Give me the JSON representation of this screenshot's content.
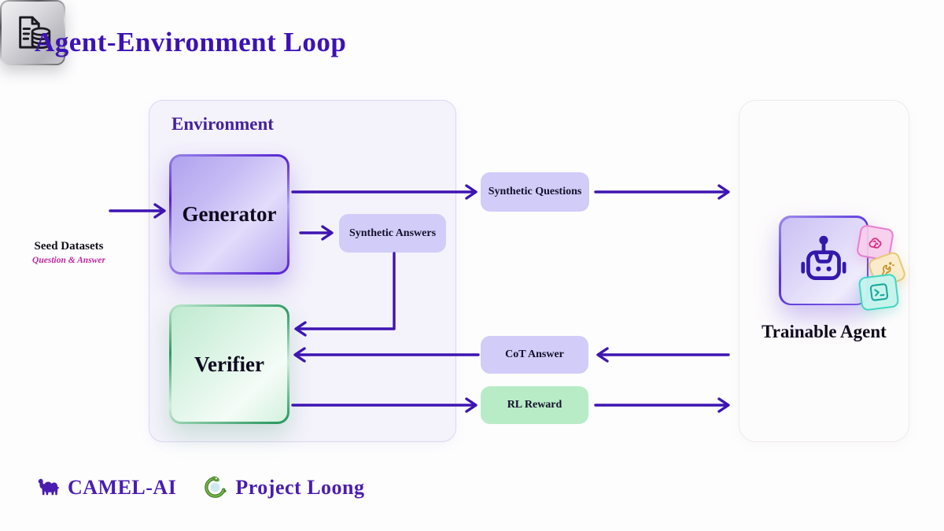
{
  "title": "Agent-Environment Loop",
  "environment": {
    "label": "Environment",
    "generator_label": "Generator",
    "verifier_label": "Verifier"
  },
  "seed": {
    "label": "Seed Datasets",
    "sublabel": "Question & Answer",
    "icon": "document-database-icon"
  },
  "flow": {
    "synthetic_questions": "Synthetic Questions",
    "synthetic_answers": "Synthetic Answers",
    "cot_answer": "CoT Answer",
    "rl_reward": "RL Reward"
  },
  "agent": {
    "label": "Trainable Agent",
    "icons": [
      "robot-icon",
      "brain-icon",
      "wrench-icon",
      "terminal-icon"
    ]
  },
  "footer": {
    "camel_label": "CAMEL-AI",
    "loong_label": "Project Loong",
    "icons": [
      "camel-icon",
      "dragon-icon"
    ]
  },
  "colors": {
    "arrow_indigo": "#3e14b2",
    "title_purple": "#3c12b4",
    "env_heading_purple": "#44219f",
    "lavender_box": "#d2ccf8",
    "green_box": "#b7ecc6",
    "magenta_subtitle": "#c2269e",
    "footer_purple": "#4a1db0",
    "generator_border": "#5422cf",
    "verifier_border": "#2f9a62"
  }
}
